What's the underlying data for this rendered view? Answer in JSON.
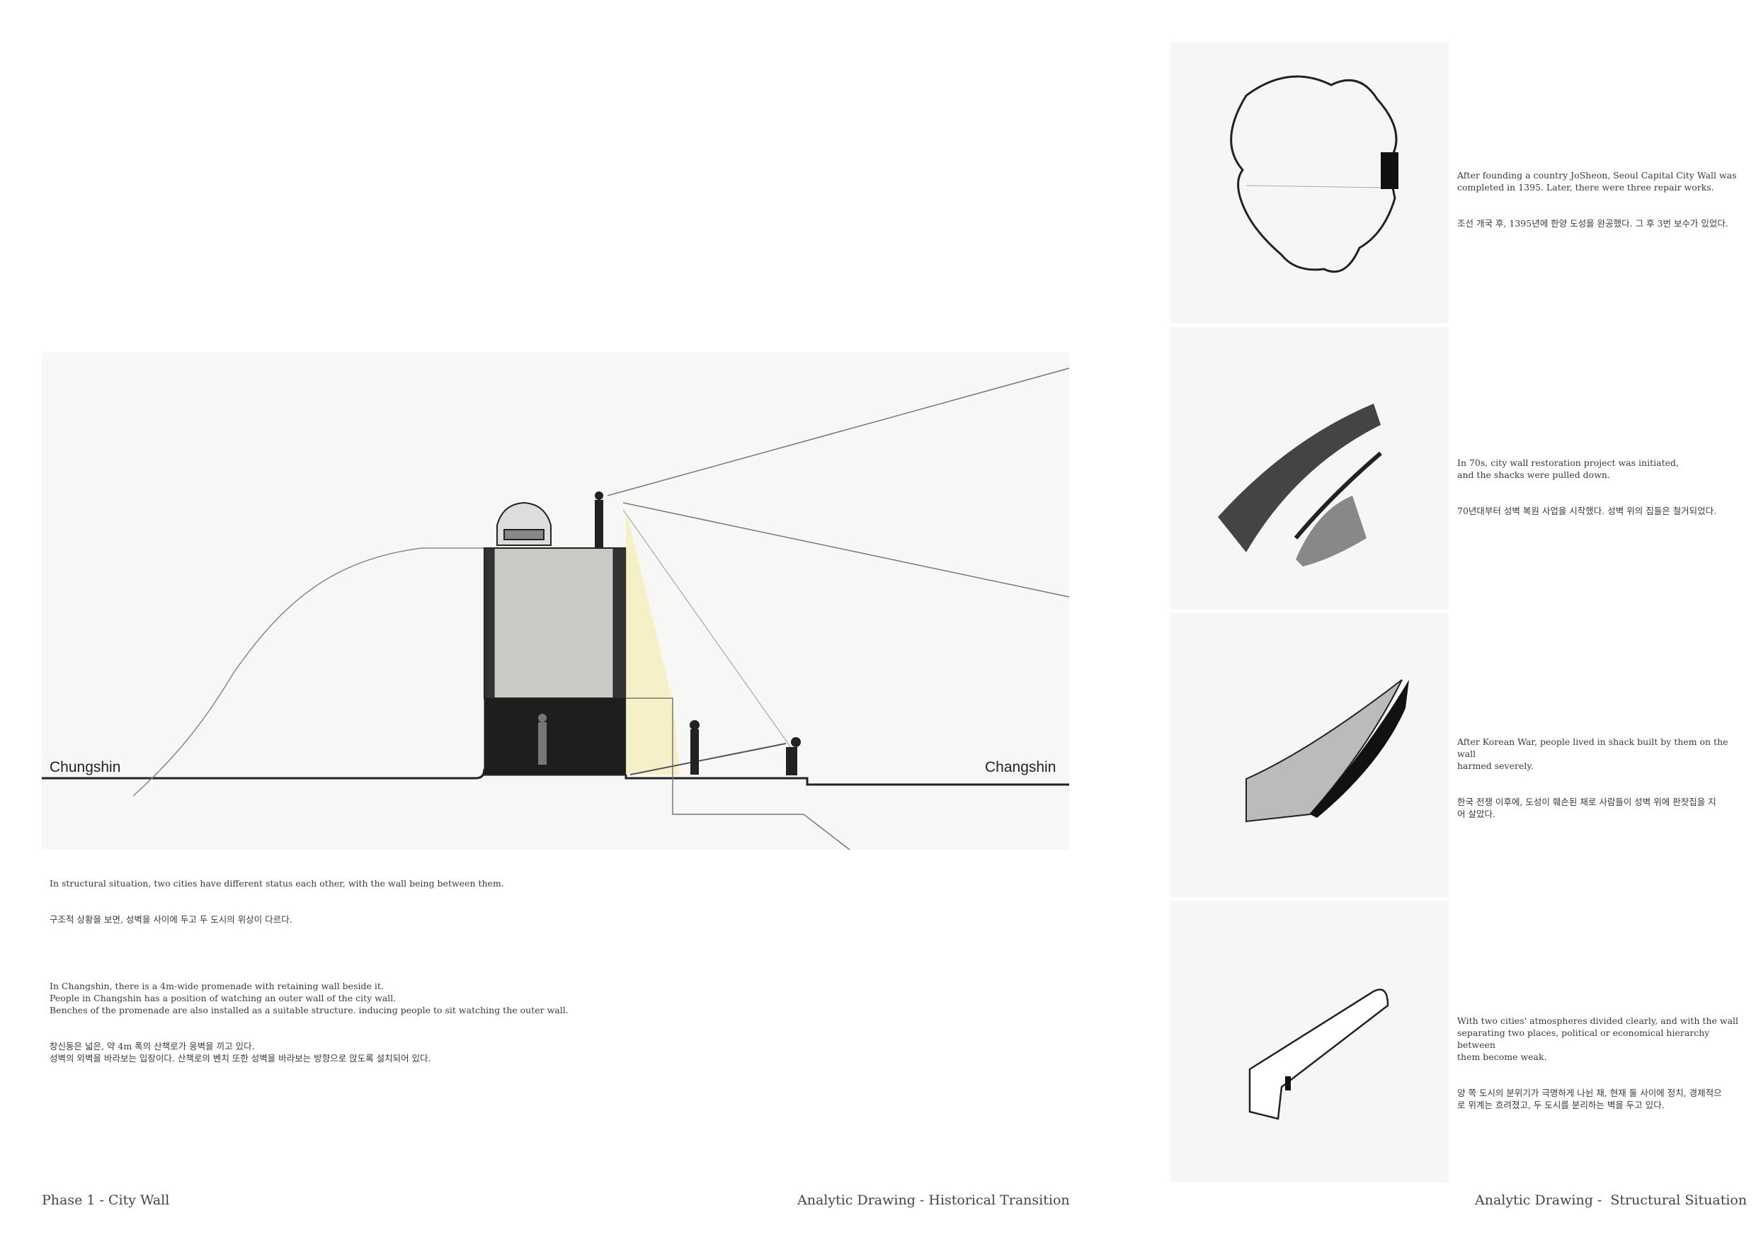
{
  "main_section": {
    "left_label": "Chungshin",
    "right_label": "Changshin",
    "paragraphs": [
      "In structural situation, two cities have different status each other, with the wall being between them.",
      "구조적 상황을 보면, 성벽을 사이에 두고 두 도시의 위상이 다르다.",
      "In Changshin, there is a 4m-wide promenade with retaining wall beside it.\nPeople in Changshin has a position of watching an outer wall of the city wall.\nBenches of the promenade are also installed as a suitable structure. inducing people to sit watching the outer wall.",
      "창신동은 넓은, 약 4m 폭의 산책로가 옹벽을 끼고 있다.\n성벽의 외벽을 바라보는 입장이다. 산책로의 벤치 또한 성벽을 바라보는 방향으로 앉도록 설치되어 있다."
    ]
  },
  "history_panels": [
    {
      "en": "After founding a country JoSheon, Seoul Capital City Wall was\ncompleted in 1395. Later, there were three repair works.",
      "ko": "조선 개국 후, 1395년에 한양 도성을 완공했다. 그 후 3번 보수가 있었다."
    },
    {
      "en": "In 70s, city wall restoration project was initiated,\nand the shacks were pulled down.",
      "ko": "70년대부터 성벽 복원 사업을 시작했다. 성벽 위의 집들은 철거되었다."
    },
    {
      "en": "After Korean War, people lived in shack built by them on the wall\nharmed severely.",
      "ko": "한국 전쟁 이후에, 도성이 훼손된 채로 사람들이 성벽 위에 판잣집을 지\n어 살았다."
    },
    {
      "en": "With two cities' atmospheres divided clearly, and with the wall\nseparating two places, political or economical hierarchy between\nthem become weak.",
      "ko": "양 쪽 도시의 분위기가 극명하게 나뉜 채, 현재 둘 사이에 정치, 경제적으\n로 위계는 흐려졌고, 두 도시를 분리하는 벽을 두고 있다."
    }
  ],
  "footer": {
    "left": "Phase 1 - City Wall",
    "middle": "Analytic Drawing - Historical Transition",
    "right": "Analytic Drawing -  Structural Situation"
  }
}
